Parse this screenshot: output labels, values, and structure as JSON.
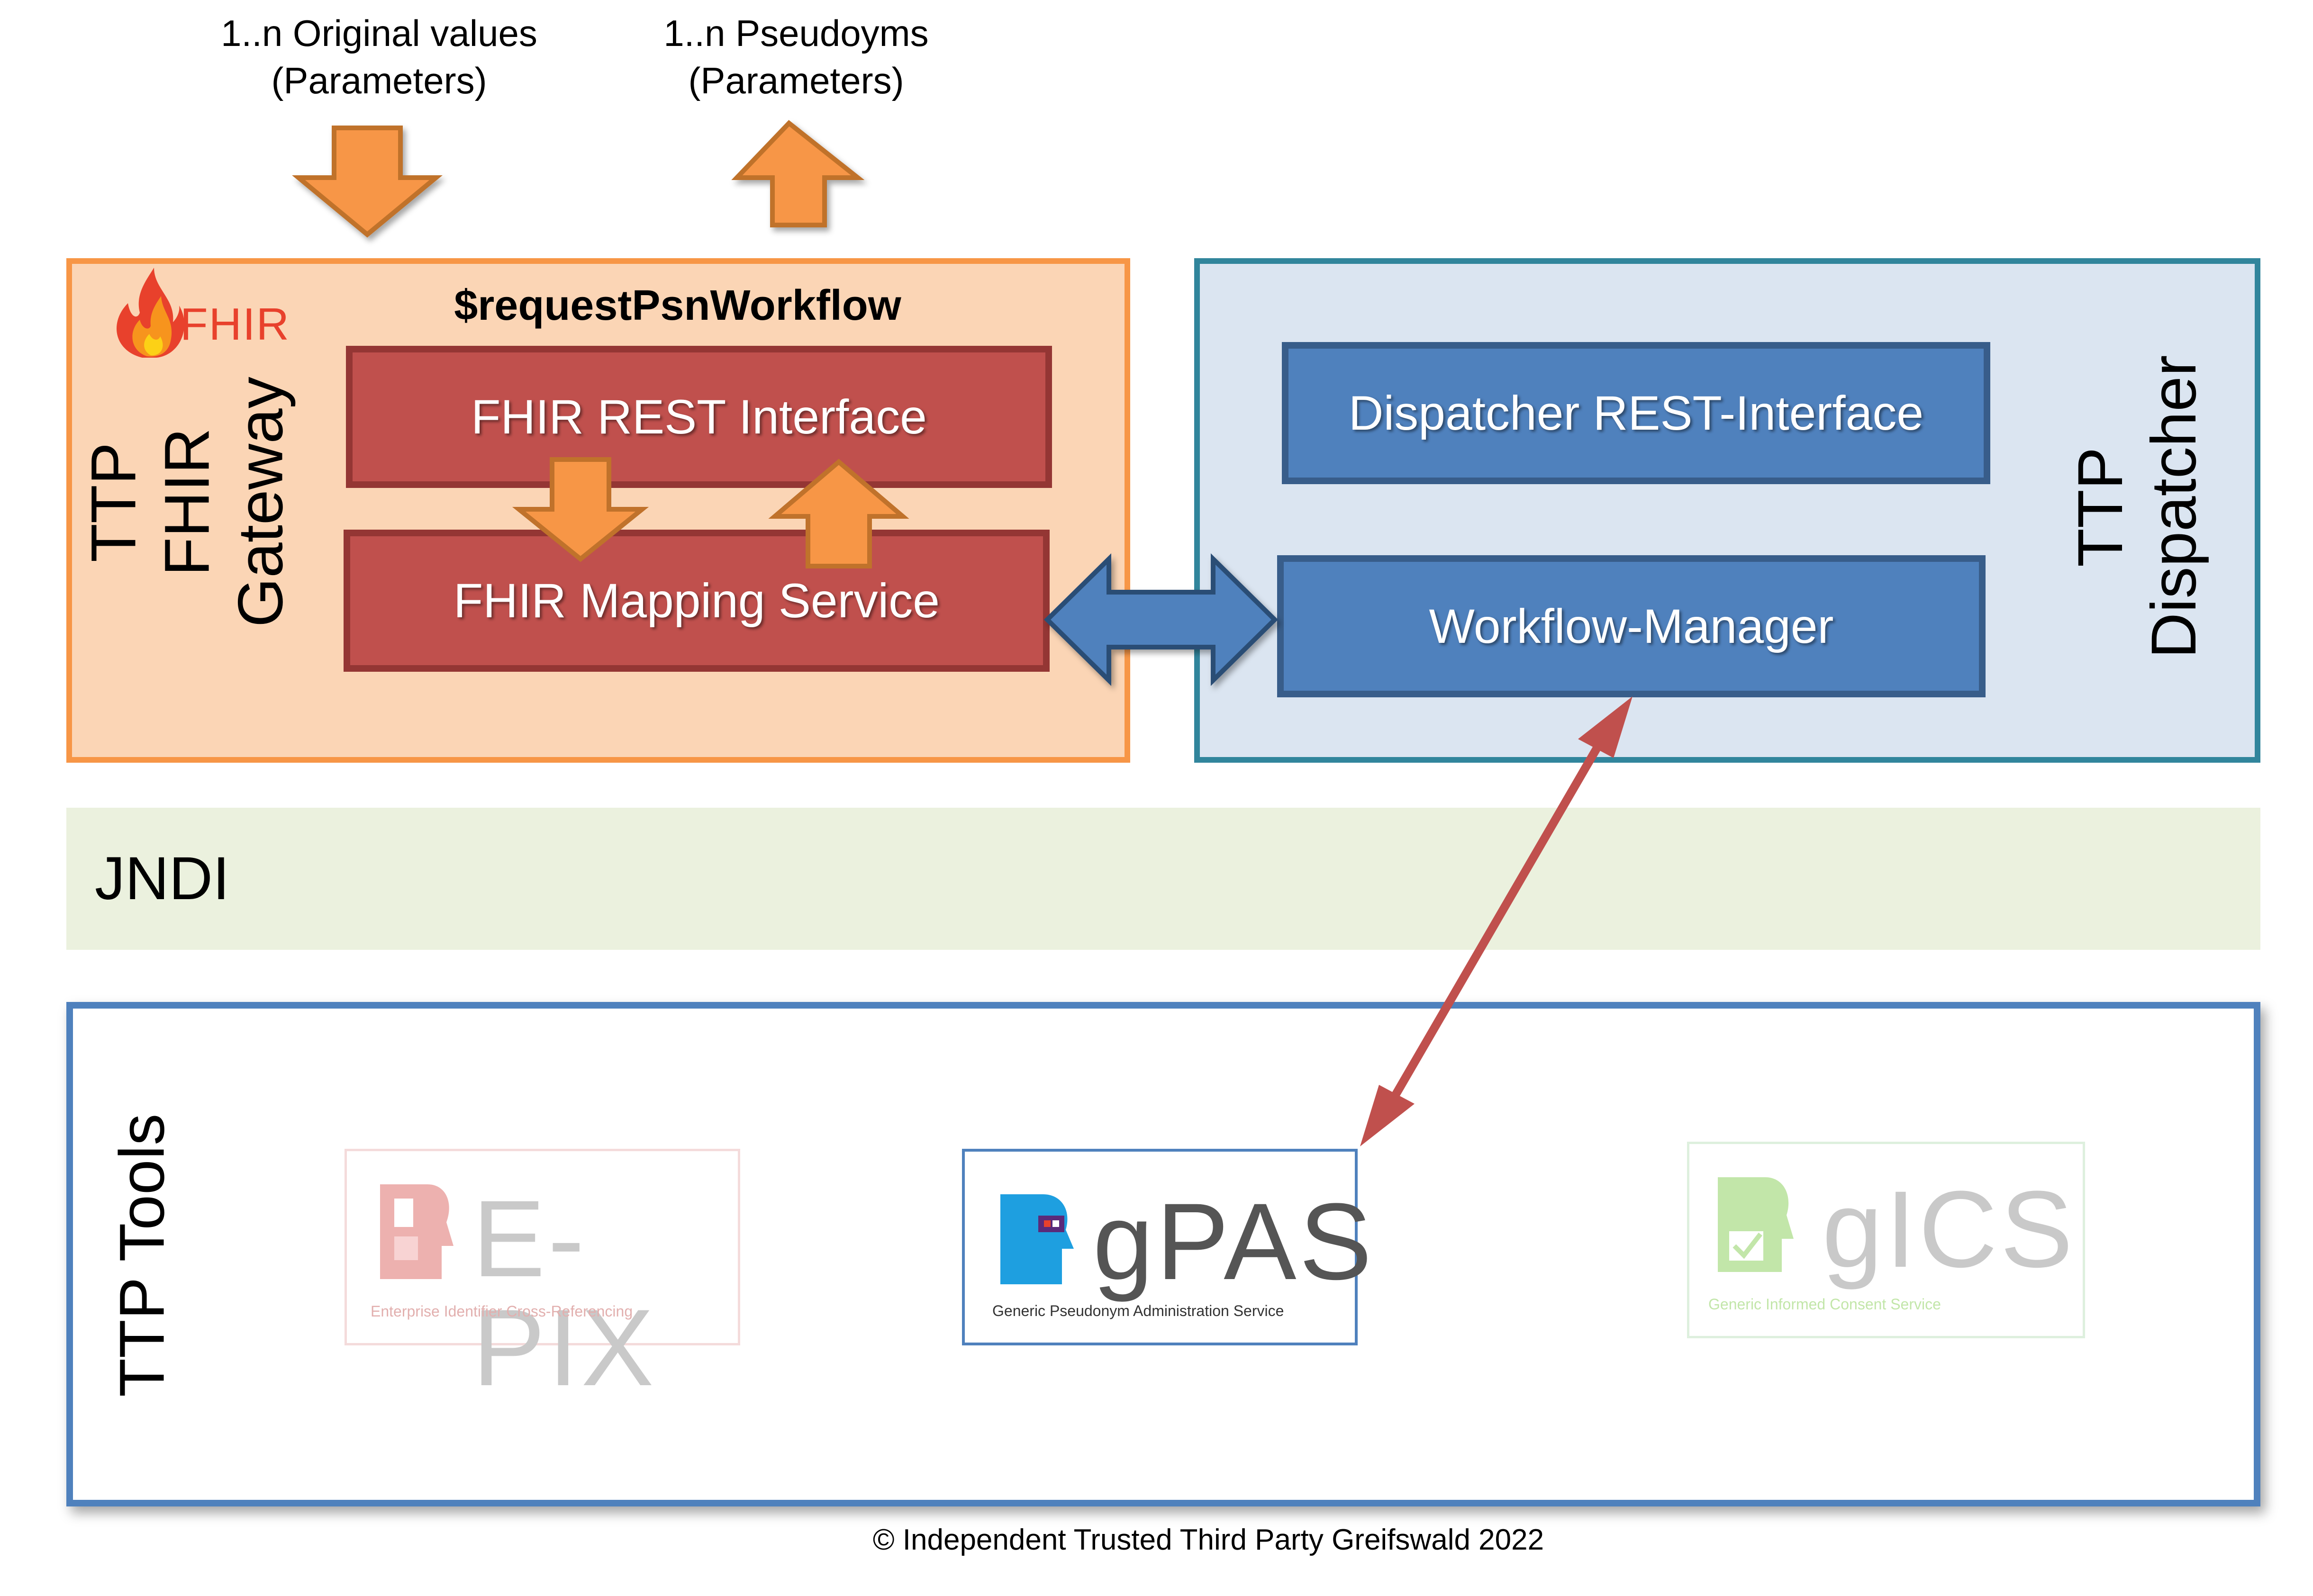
{
  "top": {
    "input_label": "1..n Original values\n(Parameters)",
    "output_label": "1..n Pseudoyms\n(Parameters)"
  },
  "gateway": {
    "logo_text": "FHIR",
    "title": "TTP FHIR\nGateway",
    "operation": "$requestPsnWorkflow",
    "rest_interface": "FHIR REST Interface",
    "mapping_service": "FHIR Mapping Service"
  },
  "dispatcher": {
    "title": "TTP\nDispatcher",
    "rest_interface": "Dispatcher REST-Interface",
    "workflow_manager": "Workflow-Manager"
  },
  "jndi": {
    "label": "JNDI"
  },
  "tools": {
    "title": "TTP Tools",
    "items": [
      {
        "name": "E-PIX",
        "subtitle": "Enterprise Identifier Cross-Referencing",
        "active": false
      },
      {
        "name": "gPAS",
        "subtitle": "Generic Pseudonym Administration Service",
        "active": true
      },
      {
        "name": "gICS",
        "subtitle": "Generic Informed Consent Service",
        "active": false
      }
    ]
  },
  "footer": {
    "copyright": "© Independent Trusted Third Party Greifswald 2022"
  },
  "colors": {
    "gateway_fill": "#fbd5b5",
    "gateway_border": "#f79646",
    "dispatcher_fill": "#dbe5f1",
    "dispatcher_border": "#31859c",
    "component_red": "#c0504d",
    "component_blue": "#4f81bd",
    "arrow_orange": "#f79646",
    "link_red": "#c0504d",
    "jndi_fill": "#ebf1de"
  }
}
